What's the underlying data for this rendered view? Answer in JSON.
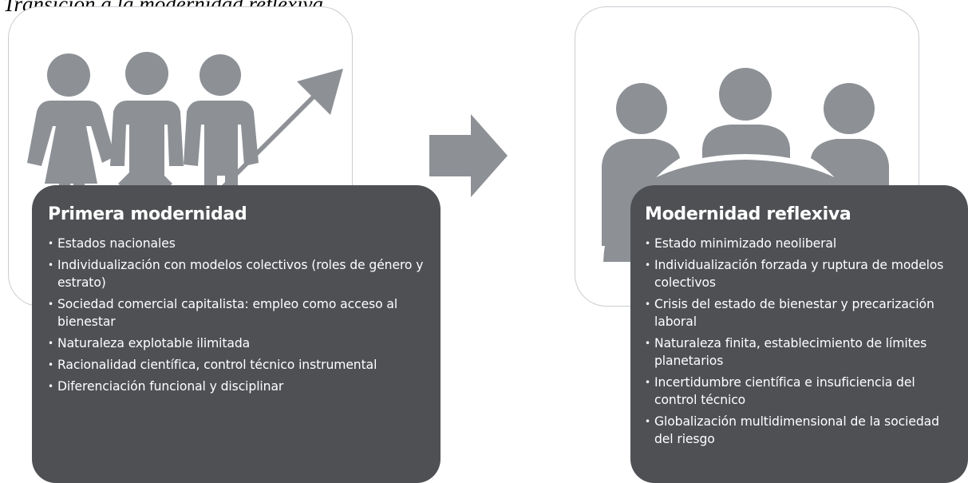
{
  "title": "Transición a la modernidad reflexiva",
  "colors": {
    "pictogram": "#8d9095",
    "panel": "#4e5054",
    "panel_text": "#ffffff",
    "outline": "#c9ccd1"
  },
  "left": {
    "icon": "family-growth-icon",
    "heading": "Primera modernidad",
    "items": [
      "Estados nacionales",
      "Individualización con modelos colectivos (roles de género y estrato)",
      "Sociedad comercial capitalista: empleo como acceso al bienestar",
      "Naturaleza explotable ilimitada",
      "Racionalidad científica, control técnico instrumental",
      "Diferenciación funcional y disciplinar"
    ]
  },
  "arrow": {
    "icon": "right-arrow-icon"
  },
  "right": {
    "icon": "group-meeting-icon",
    "heading": "Modernidad reflexiva",
    "items": [
      "Estado minimizado neoliberal",
      "Individualización forzada y ruptura de modelos colectivos",
      "Crisis del estado de bienestar y precarización laboral",
      "Naturaleza finita, establecimiento de límites planetarios",
      "Incertidumbre científica e insuficiencia del control técnico",
      "Globalización multidimensional de la sociedad del riesgo"
    ]
  }
}
